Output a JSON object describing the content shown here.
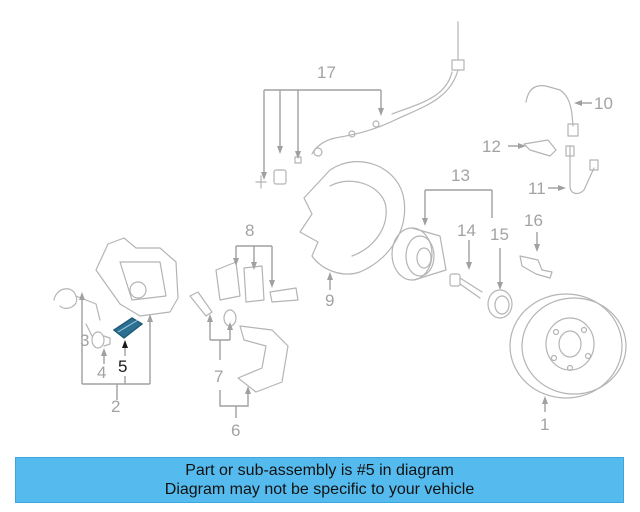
{
  "callouts": [
    {
      "id": "17",
      "text": "17"
    },
    {
      "id": "10",
      "text": "10"
    },
    {
      "id": "12",
      "text": "12"
    },
    {
      "id": "13",
      "text": "13"
    },
    {
      "id": "11",
      "text": "11"
    },
    {
      "id": "8",
      "text": "8"
    },
    {
      "id": "16",
      "text": "16"
    },
    {
      "id": "14",
      "text": "14"
    },
    {
      "id": "15",
      "text": "15"
    },
    {
      "id": "9",
      "text": "9"
    },
    {
      "id": "3",
      "text": "3"
    },
    {
      "id": "5",
      "text": "5",
      "highlighted": true
    },
    {
      "id": "4",
      "text": "4"
    },
    {
      "id": "7",
      "text": "7"
    },
    {
      "id": "2",
      "text": "2"
    },
    {
      "id": "6",
      "text": "6"
    },
    {
      "id": "1",
      "text": "1"
    }
  ],
  "banner": {
    "line1": "Part or sub-assembly is #5 in diagram",
    "line2": "Diagram may not be specific to your vehicle"
  },
  "colors": {
    "banner_bg": "#55bbee",
    "callout": "#a3a3a3",
    "highlight": "#1a1a1a",
    "highlight_part": "#1f5a78"
  }
}
